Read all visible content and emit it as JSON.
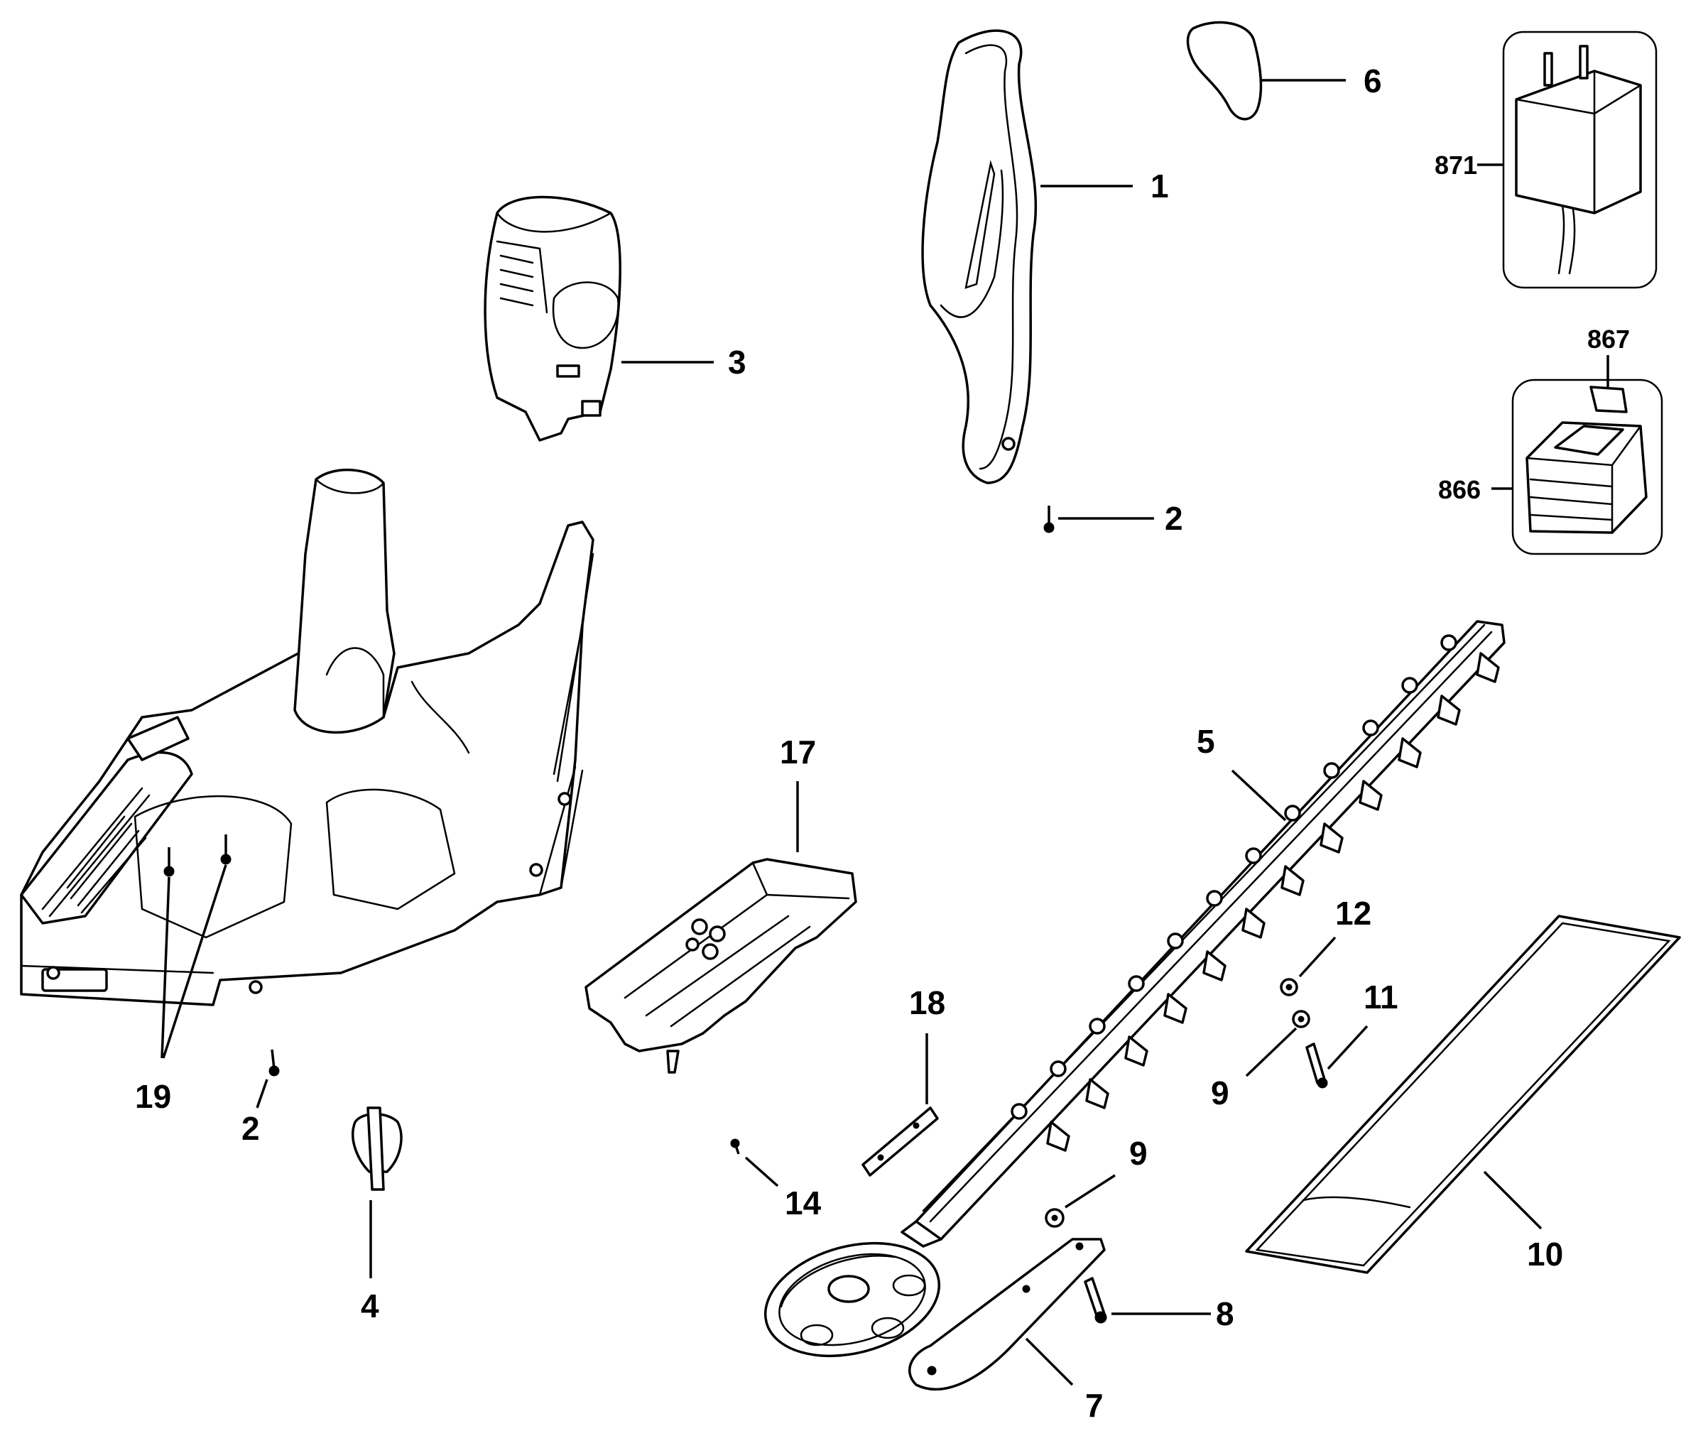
{
  "diagram": {
    "labels": {
      "p1": "1",
      "p2a": "2",
      "p2b": "2",
      "p3": "3",
      "p4": "4",
      "p5": "5",
      "p6": "6",
      "p7": "7",
      "p8": "8",
      "p9a": "9",
      "p9b": "9",
      "p10": "10",
      "p11": "11",
      "p12": "12",
      "p14": "14",
      "p17": "17",
      "p18": "18",
      "p19": "19",
      "p866": "866",
      "p867": "867",
      "p871": "871"
    }
  }
}
